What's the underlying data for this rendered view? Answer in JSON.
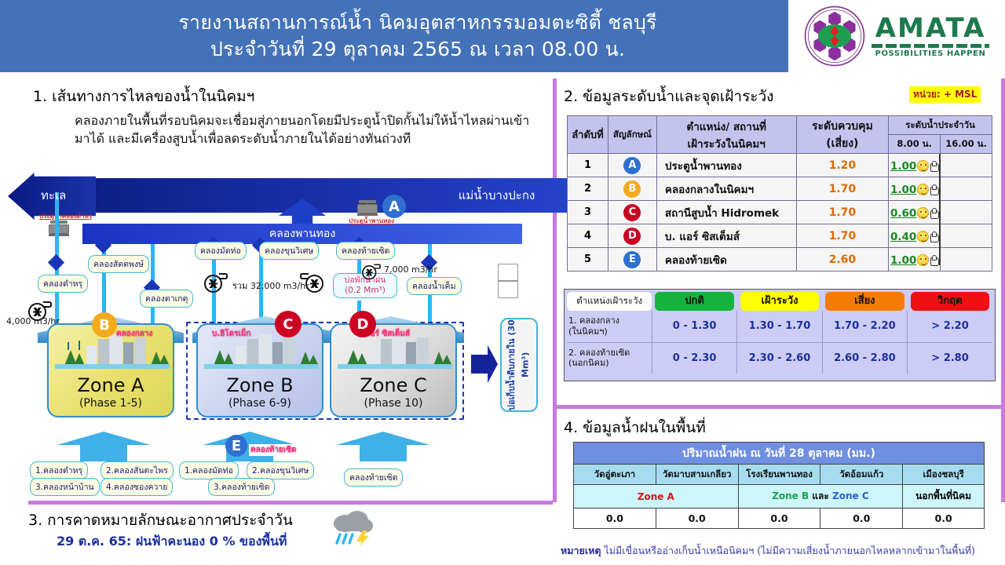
{
  "header": {
    "title_line1": "รายงานสถานการณ์น้ำ นิคมอุตสาหกรรมอมตะซิตี้ ชลบุรี",
    "title_line2": "ประจำวันที่ 29 ตุลาคม 2565 ณ เวลา 08.00 น.",
    "bg_color": "#4472b8",
    "logo": {
      "seal_alt": "การนิคมอุตสาหกรรมแห่งประเทศไทย",
      "brand": "AMATA",
      "tagline": "POSSIBILITIES HAPPEN",
      "brand_color": "#1d7a4d"
    }
  },
  "section1": {
    "heading": "1. เส้นทางการไหลของน้ำในนิคมฯ",
    "description": "คลองภายในพื้นที่รอบนิคมจะเชื่อมสู่ภายนอกโดยมีประตูน้ำปิดกั้นไม่ให้น้ำไหลผ่านเข้ามาได้ และมีเครื่องสูบน้ำเพื่อลดระดับน้ำภายในได้อย่างทันถ่วงที",
    "diagram": {
      "sea_label": "ทะเล",
      "river_label": "แม่น้ำบางปะกง",
      "canal_label": "คลองพานทอง",
      "gates": [
        {
          "label": "ประตูน้ำคลองตำหรุ"
        },
        {
          "label": "ประตูน้ำพานทอง"
        }
      ],
      "chips": [
        "คลองตำหรุ",
        "คลองสัตตพงษ์",
        "คลองตาเกตุ",
        "คลองมัดท่อ",
        "คลองขุนวิเศษ",
        "คลองท้ายเซิด",
        "คลองน้ำเค็ม"
      ],
      "pond_chip": "บ่อพักน้ำฝน",
      "pond_chip_vol": "(0.2 Mm³)",
      "flow_left": "4,000 m3/hr",
      "flow_mid": "รวม 32,000 m3/hr",
      "flow_right": "7,000 m3/hr",
      "zone_tags": [
        "คลองกลาง",
        "บ.ฮิโดรเม็ก",
        "บ.แอร์ ซิสเต็มส์"
      ],
      "zones": [
        {
          "name": "Zone A",
          "phase": "(Phase 1-5)"
        },
        {
          "name": "Zone B",
          "phase": "(Phase 6-9)"
        },
        {
          "name": "Zone C",
          "phase": "(Phase 10)"
        }
      ],
      "reservoir_label": "บ่อเก็บน้ำดิบภายใน",
      "reservoir_vol": "(30 Mm³)",
      "bottom_groups": [
        [
          "1.คลองตำหรุ",
          "2.คลองสันตะไพร",
          "3.คลองหน้าบ้าน",
          "4.คลองซองควาย"
        ],
        [
          "1.คลองมัดท่อ",
          "2.คลองขุนวิเศษ",
          "3.คลองท้ายเซิด"
        ],
        [
          "คลองท้ายเซิด"
        ]
      ],
      "badge_e_label": "คลองท้ายเซิด",
      "badges": [
        {
          "letter": "A",
          "color": "#2f6fd0"
        },
        {
          "letter": "B",
          "color": "#f5a91c"
        },
        {
          "letter": "C",
          "color": "#cc0022"
        },
        {
          "letter": "D",
          "color": "#cc0022"
        },
        {
          "letter": "E",
          "color": "#2f6fd0"
        }
      ]
    }
  },
  "section2": {
    "heading": "2. ข้อมูลระดับน้ำและจุดเฝ้าระวัง",
    "unit_badge": "หน่วย: + MSL",
    "table": {
      "headers": {
        "no": "ลำดับที่",
        "symbol": "สัญลักษณ์",
        "location": "ตำแหน่ง/ สถานที่\nเฝ้าระวังในนิคมฯ",
        "location_l1": "ตำแหน่ง/ สถานที่",
        "location_l2": "เฝ้าระวังในนิคมฯ",
        "control": "ระดับควบคุม",
        "control_sub": "(เสี่ยง)",
        "daily": "ระดับน้ำประจำวัน",
        "time_am": "8.00 น.",
        "time_pm": "16.00 น."
      },
      "rows": [
        {
          "no": "1",
          "symbol": "A",
          "symbol_color": "#2f6fd0",
          "location": "ประตูน้ำพานทอง",
          "control": "1.20",
          "am": "1.00",
          "pm": ""
        },
        {
          "no": "2",
          "symbol": "B",
          "symbol_color": "#f5a91c",
          "location": "คลองกลางในนิคมฯ",
          "control": "1.70",
          "am": "1.00",
          "pm": ""
        },
        {
          "no": "3",
          "symbol": "C",
          "symbol_color": "#cc0022",
          "location": "สถานีสูบน้ำ Hidromek",
          "control": "1.70",
          "am": "0.60",
          "pm": ""
        },
        {
          "no": "4",
          "symbol": "D",
          "symbol_color": "#cc0022",
          "location": "บ. แอร์ ซิสเต็มส์",
          "control": "1.70",
          "am": "0.40",
          "pm": ""
        },
        {
          "no": "5",
          "symbol": "E",
          "symbol_color": "#2f6fd0",
          "location": "คลองท้ายเซิด",
          "control": "2.60",
          "am": "1.00",
          "pm": ""
        }
      ]
    },
    "threshold_table": {
      "header_label": "ตำแหน่งเฝ้าระวัง",
      "levels": [
        {
          "label": "ปกติ",
          "color": "#14b33e"
        },
        {
          "label": "เฝ้าระวัง",
          "color": "#ffff00"
        },
        {
          "label": "เสี่ยง",
          "color": "#f57c00"
        },
        {
          "label": "วิกฤต",
          "color": "#ee1111"
        }
      ],
      "rows": [
        {
          "label_l1": "1. คลองกลาง",
          "label_l2": "(ในนิคมฯ)",
          "values": [
            "0 - 1.30",
            "1.30 - 1.70",
            "1.70 - 2.20",
            "> 2.20"
          ]
        },
        {
          "label_l1": "2. คลองท้ายเซิด",
          "label_l2": "(นอกนิคม)",
          "values": [
            "0 - 2.30",
            "2.30 - 2.60",
            "2.60 - 2.80",
            "> 2.80"
          ]
        }
      ]
    }
  },
  "section3": {
    "heading": "3. การคาดหมายลักษณะอากาศประจำวัน",
    "forecast": "29 ต.ค. 65: ฝนฟ้าคะนอง 0 % ของพื้นที่",
    "icon": "thunderstorm-icon"
  },
  "section4": {
    "heading": "4. ข้อมูลน้ำฝนในพื้นที่",
    "table": {
      "title": "ปริมาณน้ำฝน ณ วันที่ 28 ตุลาคม (มม.)",
      "stations": [
        "วัดอู่ตะเภา",
        "วัดมาบสามเกลียว",
        "โรงเรียนพานทอง",
        "วัดอ้อมแก้ว",
        "เมืองชลบุรี"
      ],
      "zone_row": [
        {
          "text": "Zone A",
          "span": 2,
          "kind": "A"
        },
        {
          "text": "Zone B และ Zone C",
          "span": 2,
          "kind": "BC"
        },
        {
          "text": "นอกพื้นที่นิคม",
          "span": 1,
          "kind": "OUT"
        }
      ],
      "values": [
        "0.0",
        "0.0",
        "0.0",
        "0.0",
        "0.0"
      ]
    },
    "note_label": "หมายเหตุ",
    "note_text": "ไม่มีเขื่อนหรืออ่างเก็บน้ำเหนือนิคมฯ (ไม่มีความเสี่ยงน้ำภายนอกไหลหลากเข้ามาในพื้นที่)"
  }
}
